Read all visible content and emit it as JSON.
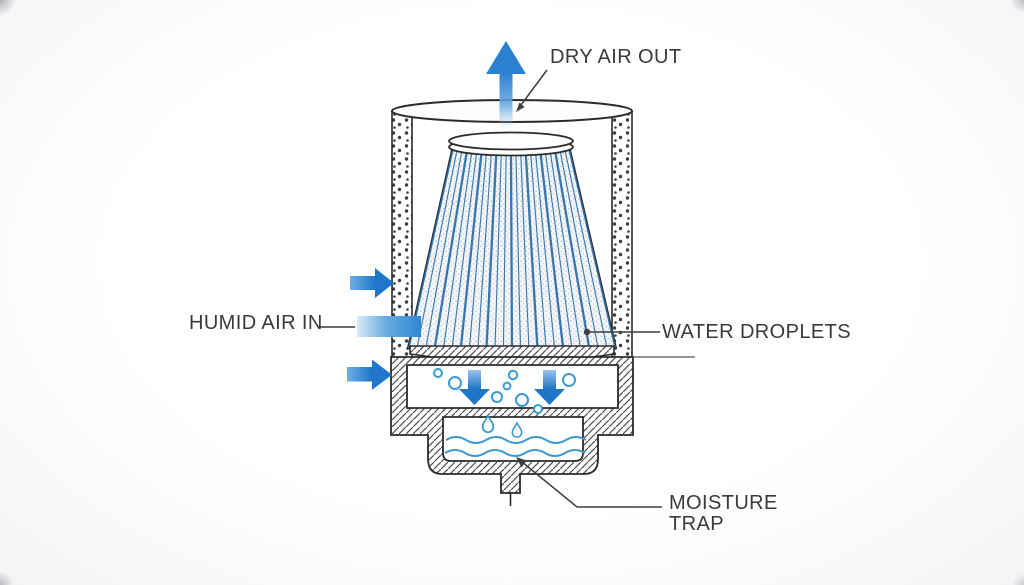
{
  "diagram": {
    "type": "cross-section schematic",
    "subject": "conical air filter dehumidifier with moisture trap",
    "labels": {
      "dry_air_out": "DRY AIR OUT",
      "humid_air_in": "HUMID AIR IN",
      "water_droplets": "WATER DROPLETS",
      "moisture_trap": "MOISTURE TRAP"
    },
    "flow": {
      "inlet_arrows_count": 3,
      "outlet_arrows_count": 1,
      "chamber_down_arrows_count": 2
    }
  },
  "colors": {
    "label_text": "#3a3a3e",
    "line_dark": "#2b2b2b",
    "leader_gray": "#3f3f42",
    "arrow_blue": "#2e82d0",
    "arrow_blue_light": "#8fc0ea",
    "pleat_blue": "#2f6fa8",
    "water_blue": "#3a9ad2"
  }
}
